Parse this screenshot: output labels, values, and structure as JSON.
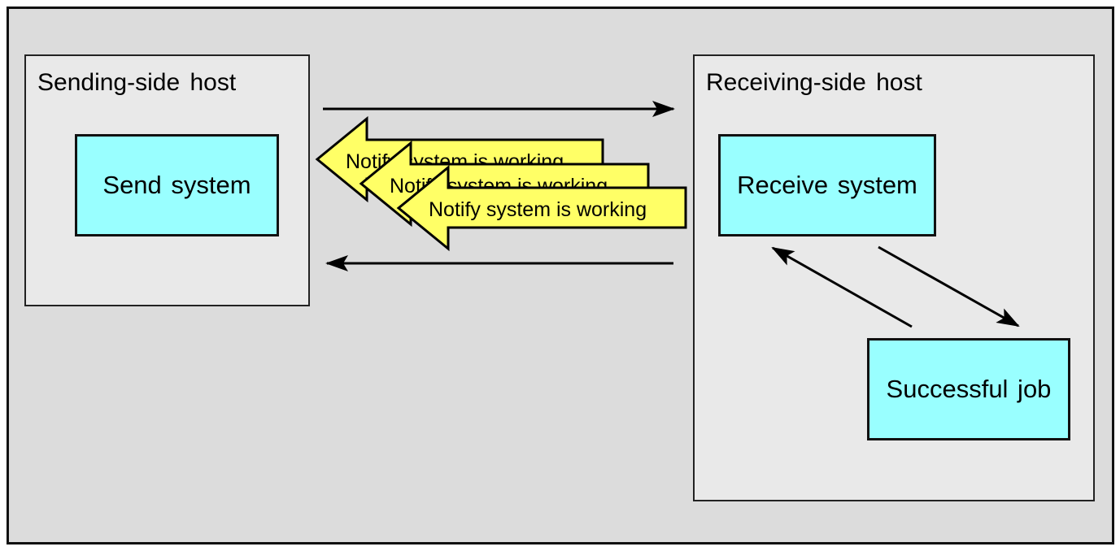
{
  "diagram": {
    "sending_host": {
      "label": "Sending-side host",
      "system": "Send system"
    },
    "receiving_host": {
      "label": "Receiving-side host",
      "system": "Receive system",
      "job": "Successful job"
    },
    "notifications": [
      {
        "text": "Notify system is working"
      },
      {
        "text": "Notify system is working"
      },
      {
        "text": "Notify system is working"
      }
    ],
    "colors": {
      "frame_bg": "#dcdcdc",
      "host_bg": "#e9e9e9",
      "system_fill": "#99ffff",
      "notify_fill": "#ffff66"
    }
  }
}
